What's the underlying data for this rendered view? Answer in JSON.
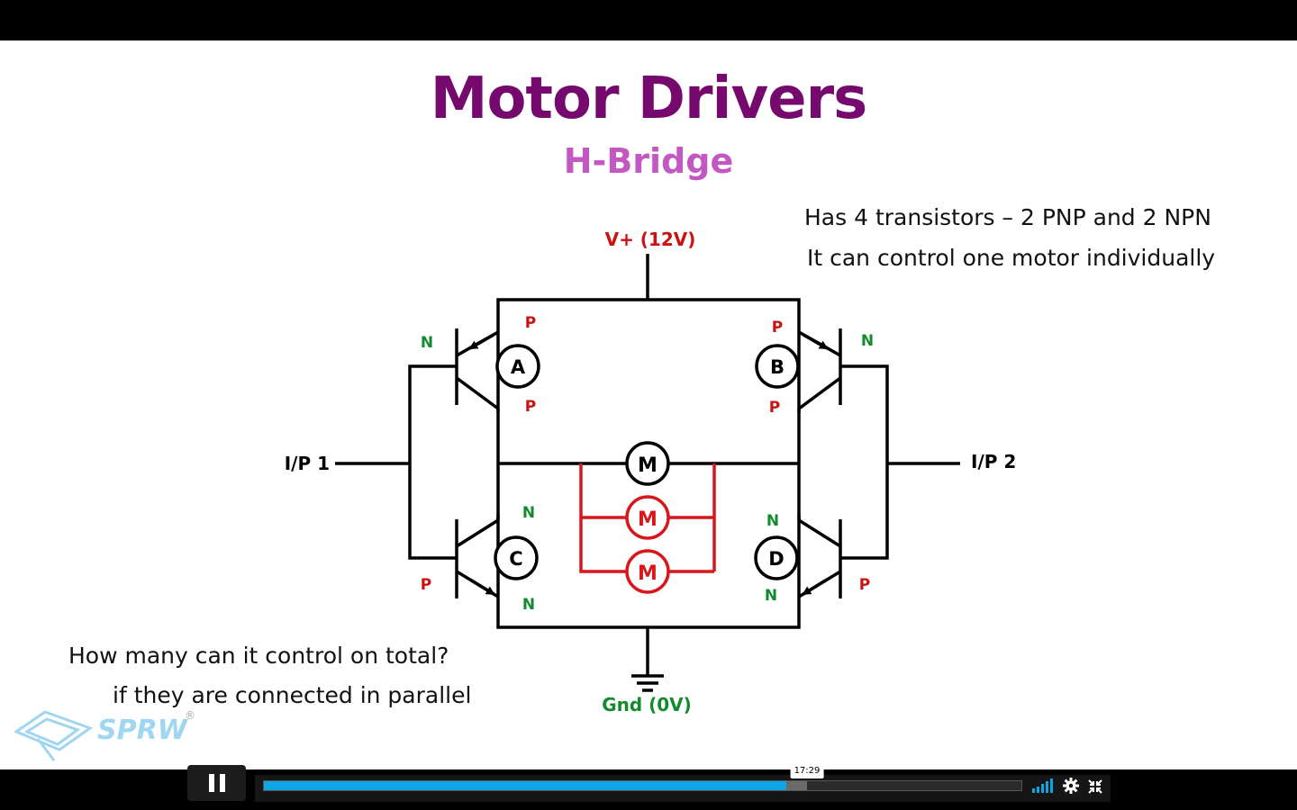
{
  "slide": {
    "title": "Motor Drivers",
    "subtitle": "H-Bridge",
    "facts": [
      "Has 4 transistors – 2 PNP and 2 NPN",
      "It can control one motor individually"
    ],
    "question": [
      "How many can it control on total?",
      "if they are connected in parallel"
    ]
  },
  "diagram": {
    "supply_label": "V+ (12V)",
    "ground_label": "Gnd (0V)",
    "input1_label": "I/P 1",
    "input2_label": "I/P 2",
    "transistors": {
      "a": "A",
      "b": "B",
      "c": "C",
      "d": "D"
    },
    "motor_label": "M",
    "pin_p": "P",
    "pin_n": "N",
    "colors": {
      "wire": "#000000",
      "supply": "#cc1111",
      "ground": "#138a2e",
      "parallel": "#d9161b"
    }
  },
  "watermark": {
    "text": "SPRW",
    "registered": "®"
  },
  "player": {
    "time_tooltip": "17:29",
    "progress": 0.69,
    "buffered": 0.717,
    "icons": {
      "play_state": "pause-icon",
      "volume": "volume-bars-icon",
      "settings": "gear-icon",
      "fullscreen": "exit-fullscreen-icon"
    }
  }
}
